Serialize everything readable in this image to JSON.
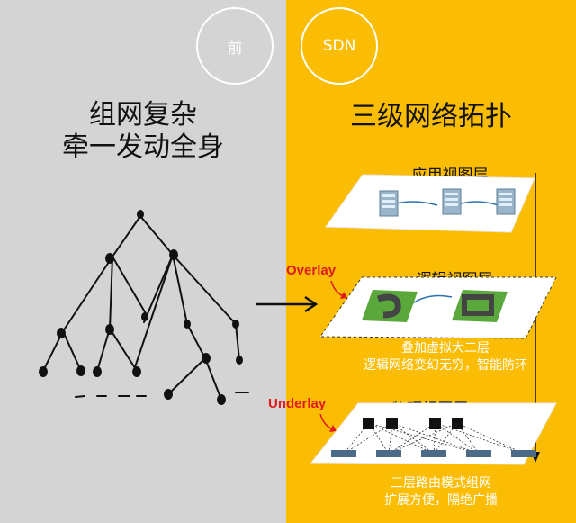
{
  "badges": {
    "before": "前",
    "sdn": "SDN"
  },
  "left": {
    "title_line1": "组网复杂",
    "title_line2": "牵一发动全身"
  },
  "right": {
    "title": "三级网络拓扑"
  },
  "layers": {
    "application": {
      "name": "应用视图层"
    },
    "logical": {
      "name": "逻辑视图层",
      "tag": "Overlay",
      "caption_line1": "叠加虚拟大二层",
      "caption_line2": "逻辑网络变幻无穷，智能防环"
    },
    "physical": {
      "name": "物理视图层",
      "tag": "Underlay",
      "caption_line1": "三层路由模式组网",
      "caption_line2": "扩展方便，隔绝广播"
    }
  },
  "colors": {
    "left_bg": "#d4d4d4",
    "right_bg": "#fbbd04",
    "tag": "#e01b1b"
  },
  "icons": [
    "server-icon",
    "road-tile-icon",
    "switch-icon",
    "router-icon",
    "arrow-right-icon",
    "arrow-down-icon"
  ]
}
